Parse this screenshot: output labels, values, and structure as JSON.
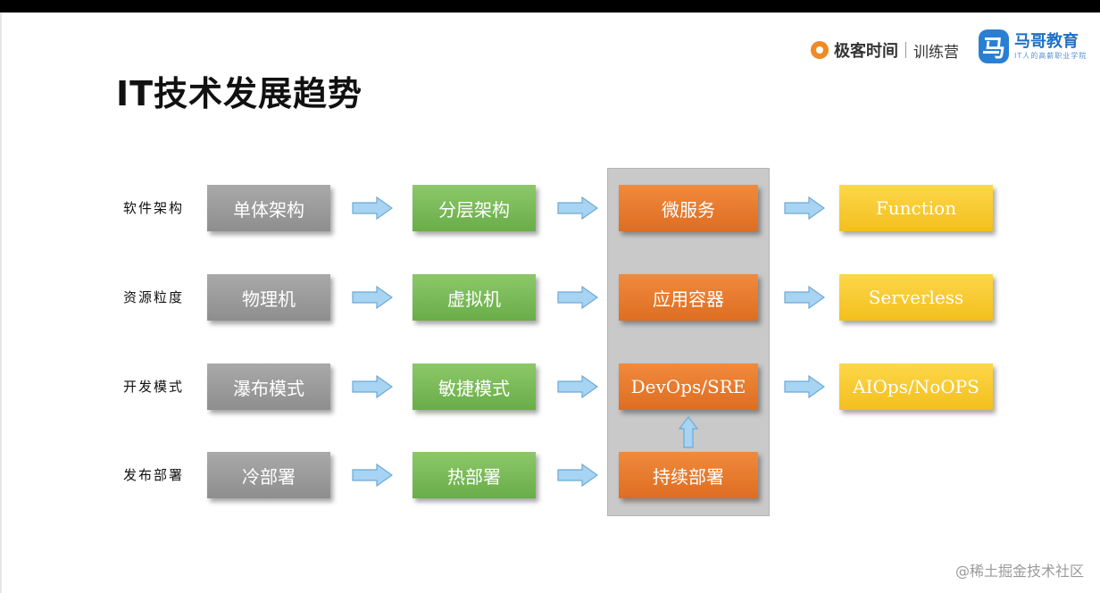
{
  "title": "IT技术发展趋势",
  "brands": {
    "geek_time": "极客时间",
    "camp": "训练营",
    "mage_logo": "马哥教育",
    "mage_tagline": "IT人的高薪职业学院"
  },
  "rows": [
    {
      "label": "软件架构",
      "stages": [
        "单体架构",
        "分层架构",
        "微服务",
        "Function"
      ]
    },
    {
      "label": "资源粒度",
      "stages": [
        "物理机",
        "虚拟机",
        "应用容器",
        "Serverless"
      ]
    },
    {
      "label": "开发模式",
      "stages": [
        "瀑布模式",
        "敏捷模式",
        "DevOps/SRE",
        "AIOps/NoOPS"
      ]
    },
    {
      "label": "发布部署",
      "stages": [
        "冷部署",
        "热部署",
        "持续部署"
      ]
    }
  ],
  "colors": {
    "stage1": "#999999",
    "stage2": "#78b955",
    "stage3": "#e87a2e",
    "stage4": "#f8cb2e",
    "arrow": "#a6d4f2"
  },
  "watermark": "@稀土掘金技术社区"
}
